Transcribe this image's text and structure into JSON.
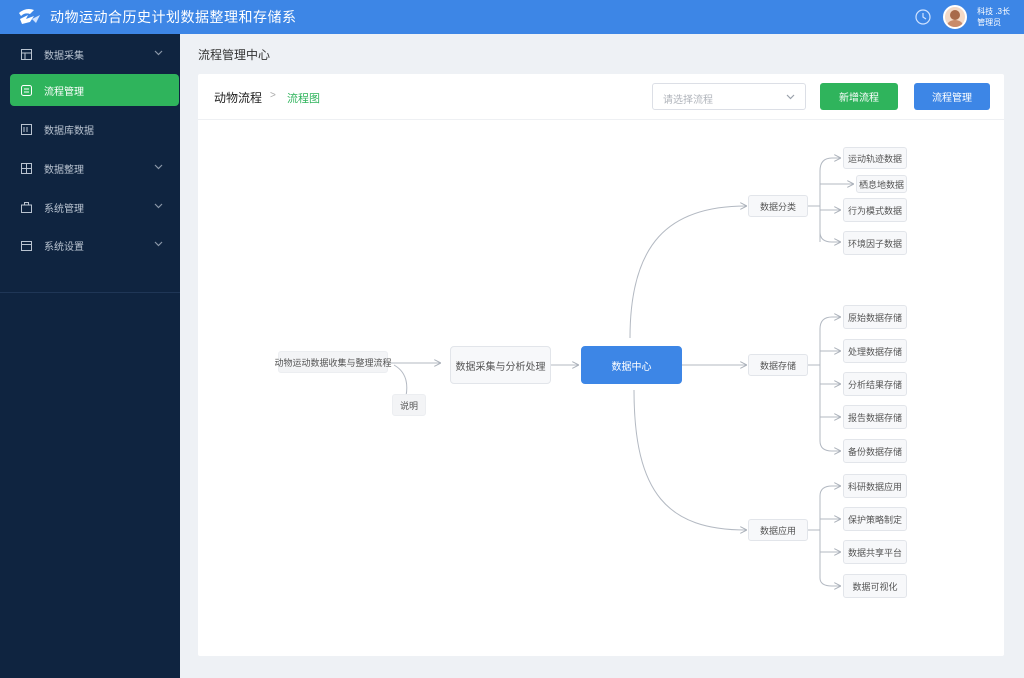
{
  "app": {
    "title": "动物运动合历史计划数据整理和存储系"
  },
  "user": {
    "line1": "科技 .3长",
    "line2": "管理员"
  },
  "sidebar": {
    "items": [
      {
        "label": "数据采集",
        "icon": "grid-icon",
        "expandable": true
      },
      {
        "label": "流程管理",
        "icon": "flow-icon",
        "active": true
      },
      {
        "label": "数据库数据",
        "icon": "database-icon"
      },
      {
        "label": "数据整理",
        "icon": "table-icon",
        "expandable": true
      },
      {
        "label": "系统管理",
        "icon": "briefcase-icon",
        "expandable": true
      },
      {
        "label": "系统设置",
        "icon": "calendar-icon",
        "expandable": true
      }
    ]
  },
  "page": {
    "heading": "流程管理中心"
  },
  "panel": {
    "breadcrumb": {
      "main": "动物流程",
      "separator": ">",
      "sub": "流程图"
    },
    "select": {
      "placeholder": "请选择流程"
    },
    "buttons": {
      "primary": "新增流程",
      "secondary": "流程管理"
    }
  },
  "flow": {
    "source": "动物运动数据收集与整理流程",
    "note": "说明",
    "collect": "数据采集与分析处理",
    "center": "数据中心",
    "branches": [
      {
        "label": "数据分类",
        "leaves": [
          "运动轨迹数据",
          "栖息地数据",
          "行为模式数据",
          "环境因子数据"
        ]
      },
      {
        "label": "数据存储",
        "leaves": [
          "原始数据存储",
          "处理数据存储",
          "分析结果存储",
          "报告数据存储",
          "备份数据存储"
        ]
      },
      {
        "label": "数据应用",
        "leaves": [
          "科研数据应用",
          "保护策略制定",
          "数据共享平台",
          "数据可视化"
        ]
      }
    ]
  },
  "colors": {
    "primary": "#3d86e6",
    "success": "#2fb45c",
    "sidebar": "#0f2440",
    "canvas": "#eef1f5"
  }
}
